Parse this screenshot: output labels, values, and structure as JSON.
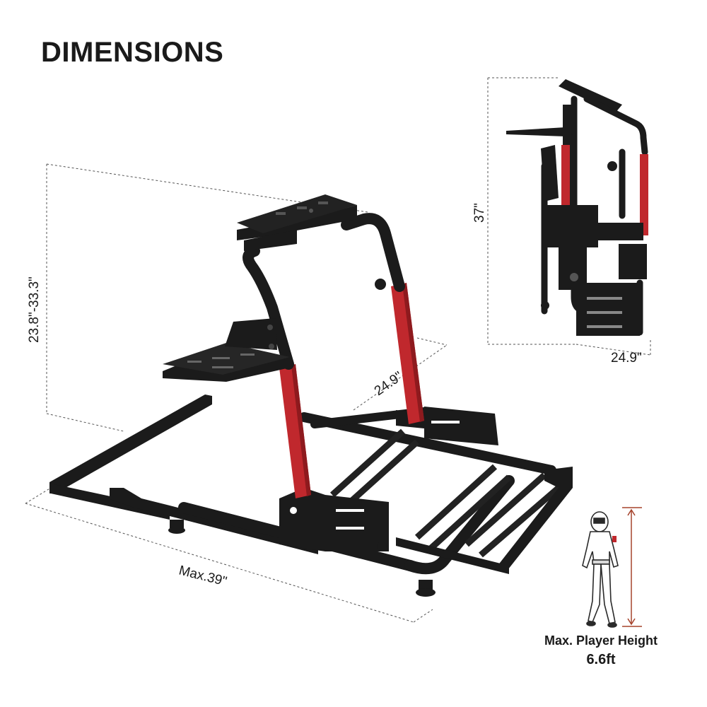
{
  "heading": "DIMENSIONS",
  "dimensions": {
    "height_range": "23.8\"-33.3\"",
    "depth": "24.9\"",
    "length": "Max.39\"",
    "folded_height": "37\"",
    "folded_depth": "24.9\""
  },
  "player": {
    "label": "Max. Player Height",
    "value": "6.6ft"
  },
  "colors": {
    "frame": "#1b1b1b",
    "accent_red": "#c0282d",
    "height_line": "#a5432c"
  }
}
